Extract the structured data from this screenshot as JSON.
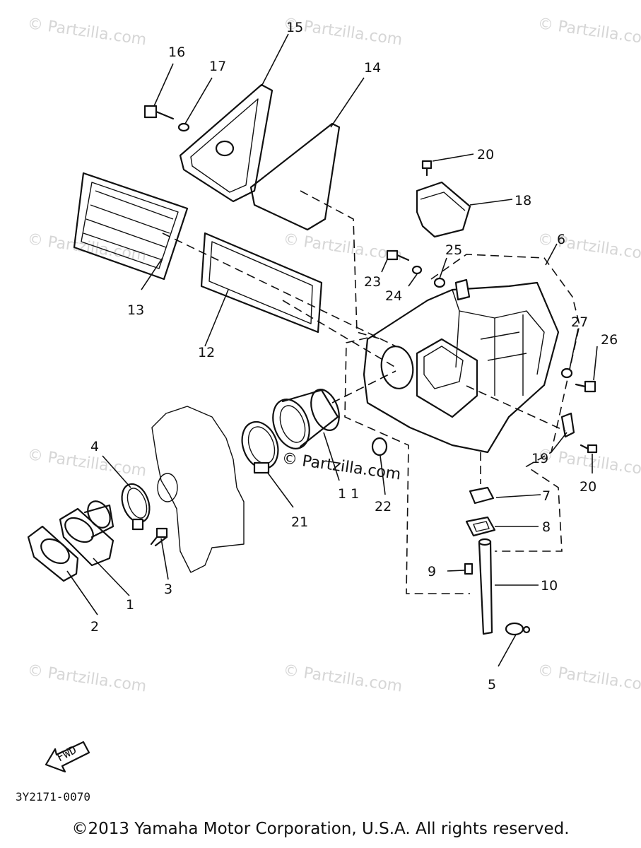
{
  "watermarks": [
    "© Partzilla.com",
    "© Partzilla.com",
    "© Partzilla.co",
    "© Partzilla.com",
    "© Partzilla.com",
    "© Partzilla.co",
    "© Partzilla.com",
    "© Partzilla.co",
    "© Partzilla.com",
    "© Partzilla.com",
    "© Partzilla.co"
  ],
  "center_watermark": "© Partzilla.com",
  "callouts": {
    "c1": "1",
    "c2": "2",
    "c3": "3",
    "c4": "4",
    "c5": "5",
    "c6": "6",
    "c7": "7",
    "c8": "8",
    "c9": "9",
    "c10": "10",
    "c11": "1 1",
    "c12": "12",
    "c13": "13",
    "c14": "14",
    "c15": "15",
    "c16": "16",
    "c17": "17",
    "c18": "18",
    "c19": "19",
    "c20a": "20",
    "c20b": "20",
    "c21": "21",
    "c22": "22",
    "c23": "23",
    "c24": "24",
    "c25": "25",
    "c26": "26",
    "c27": "27"
  },
  "fwd_label": "FWD",
  "diagram_code": "3Y2171-0070",
  "copyright": "©2013 Yamaha Motor Corporation, U.S.A. All rights reserved."
}
